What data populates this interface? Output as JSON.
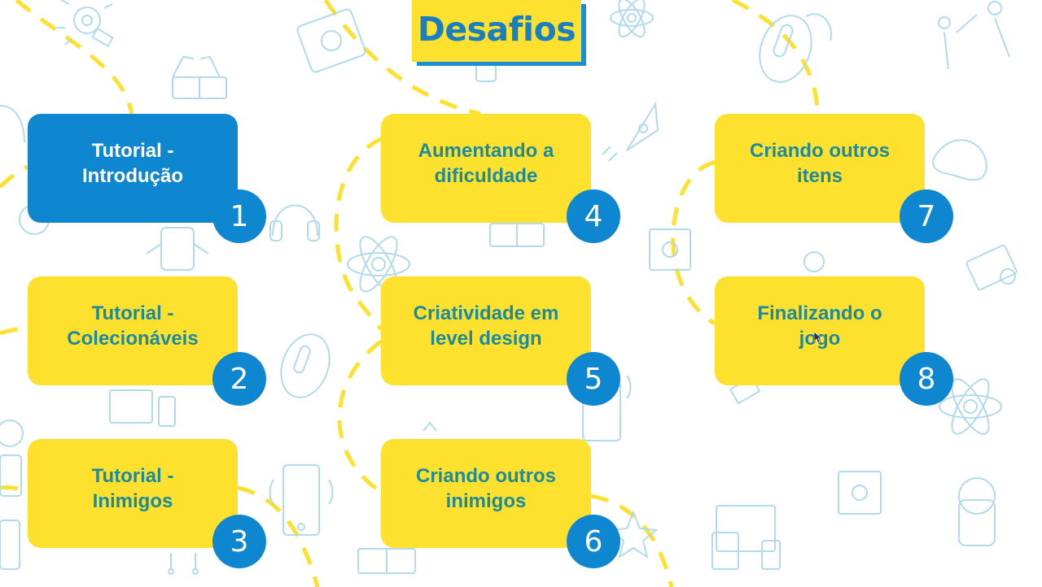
{
  "header": {
    "title": "Desafios"
  },
  "colors": {
    "card_yellow": "#fde12e",
    "accent_blue": "#0f87d0",
    "card_text_teal": "#1e8a9a",
    "path_dashes": "#fde12e",
    "background_icons": "#a9d8ea"
  },
  "challenges": [
    {
      "number": "1",
      "label": "Tutorial -\nIntrodução",
      "active": true
    },
    {
      "number": "2",
      "label": "Tutorial -\nColecionáveis",
      "active": false
    },
    {
      "number": "3",
      "label": "Tutorial -\nInimigos",
      "active": false
    },
    {
      "number": "4",
      "label": "Aumentando a\ndificuldade",
      "active": false
    },
    {
      "number": "5",
      "label": "Criatividade em\nlevel design",
      "active": false
    },
    {
      "number": "6",
      "label": "Criando outros\ninimigos",
      "active": false
    },
    {
      "number": "7",
      "label": "Criando outros\nitens",
      "active": false
    },
    {
      "number": "8",
      "label": "Finalizando o\njogo",
      "active": false
    }
  ],
  "background_icons": [
    "lightbulb-gear-icon",
    "3d-glasses-icon",
    "robot-chip-icon",
    "atom-icon",
    "computer-mouse-icon",
    "people-high-five-icon",
    "rocket-icon",
    "headphones-icon",
    "astronaut-icon",
    "gamepad-icon",
    "circuit-chip-icon",
    "monitor-search-icon",
    "devices-icon",
    "smartphone-icon",
    "star-icon"
  ]
}
